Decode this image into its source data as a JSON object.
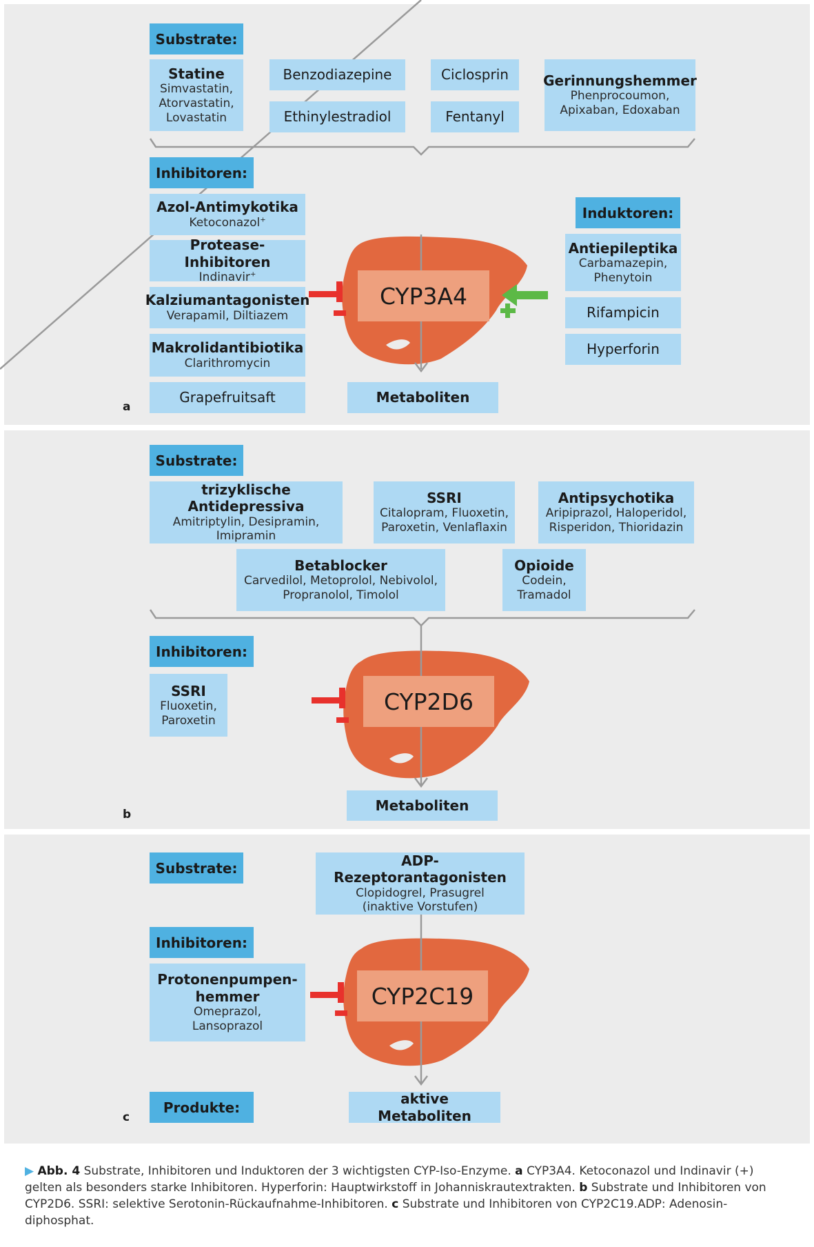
{
  "panel_a": {
    "letter": "a",
    "substrates_header": "Substrate:",
    "substrates": [
      {
        "title": "Statine",
        "sub": "Simvastatin,\nAtorvastatin,\nLovastatin"
      },
      {
        "single": "Benzodiazepine"
      },
      {
        "single": "Ethinylestradiol"
      },
      {
        "single": "Ciclosprin"
      },
      {
        "single": "Fentanyl"
      },
      {
        "title": "Gerinnungshemmer",
        "sub": "Phenprocoumon,\nApixaban, Edoxaban"
      }
    ],
    "inhibitors_header": "Inhibitoren:",
    "inhibitors": [
      {
        "title": "Azol-Antimykotika",
        "sub": "Ketoconazol",
        "sup": "+"
      },
      {
        "title": "Protease-Inhibitoren",
        "sub": "Indinavir",
        "sup": "+"
      },
      {
        "title": "Kalziumantagonisten",
        "sub": "Verapamil, Diltiazem"
      },
      {
        "title": "Makrolidantibiotika",
        "sub": "Clarithromycin"
      },
      {
        "single": "Grapefruitsaft"
      }
    ],
    "inductors_header": "Induktoren:",
    "inductors": [
      {
        "title": "Antiepileptika",
        "sub": "Carbamazepin,\nPhenytoin"
      },
      {
        "single": "Rifampicin"
      },
      {
        "single": "Hyperforin"
      }
    ],
    "enzyme": "CYP3A4",
    "product": "Metaboliten"
  },
  "panel_b": {
    "letter": "b",
    "substrates_header": "Substrate:",
    "substrates": [
      {
        "title": "trizyklische Antidepressiva",
        "sub": "Amitriptylin, Desipramin,\nImipramin"
      },
      {
        "title": "SSRI",
        "sub": "Citalopram, Fluoxetin,\nParoxetin, Venlaflaxin"
      },
      {
        "title": "Antipsychotika",
        "sub": "Aripiprazol, Haloperidol,\nRisperidon, Thioridazin"
      },
      {
        "title": "Betablocker",
        "sub": "Carvedilol, Metoprolol, Nebivolol,\nPropranolol, Timolol"
      },
      {
        "title": "Opioide",
        "sub": "Codein,\nTramadol"
      }
    ],
    "inhibitors_header": "Inhibitoren:",
    "inhibitors": [
      {
        "title": "SSRI",
        "sub": "Fluoxetin,\nParoxetin"
      }
    ],
    "enzyme": "CYP2D6",
    "product": "Metaboliten"
  },
  "panel_c": {
    "letter": "c",
    "substrates_header": "Substrate:",
    "substrate": {
      "title": "ADP-Rezeptorantagonisten",
      "sub": "Clopidogrel, Prasugrel\n(inaktive Vorstufen)"
    },
    "inhibitors_header": "Inhibitoren:",
    "inhibitor": {
      "title": "Protonenpumpen-\nhemmer",
      "sub": "Omeprazol,\nLansoprazol"
    },
    "enzyme": "CYP2C19",
    "products_header": "Produkte:",
    "product": "aktive Metaboliten"
  },
  "caption": {
    "marker": "▶",
    "label": "Abb. 4",
    "text_1": "Substrate, Inhibitoren und Induktoren der 3 wichtigsten CYP-Iso-Enzyme.",
    "a_letter": "a",
    "text_a": "CYP3A4. Ketoconazol und Indinavir (+) gelten als besonders starke Inhibitoren. Hyperforin: Hauptwirkstoff in Johanniskrautextrakten.",
    "b_letter": "b",
    "text_b": "Substrate und Inhibitoren von CYP2D6. SSRI: selektive Serotonin-Rückaufnahme-Inhibitoren.",
    "c_letter": "c",
    "text_c": "Substrate und Inhibitoren von CYP2C19.ADP: Adenosin-diphosphat."
  },
  "colors": {
    "panel_bg": "#ececec",
    "box": "#aed9f3",
    "header": "#4fb1e1",
    "liver": "#e2683f",
    "enzyme_box": "#eea07e",
    "inhibit": "#e8312c",
    "induce": "#5cb946"
  },
  "icons": [
    "liver-shape",
    "inhibition-tbar-icon",
    "induction-arrow-icon",
    "plus-icon",
    "flow-arrow-icon"
  ]
}
